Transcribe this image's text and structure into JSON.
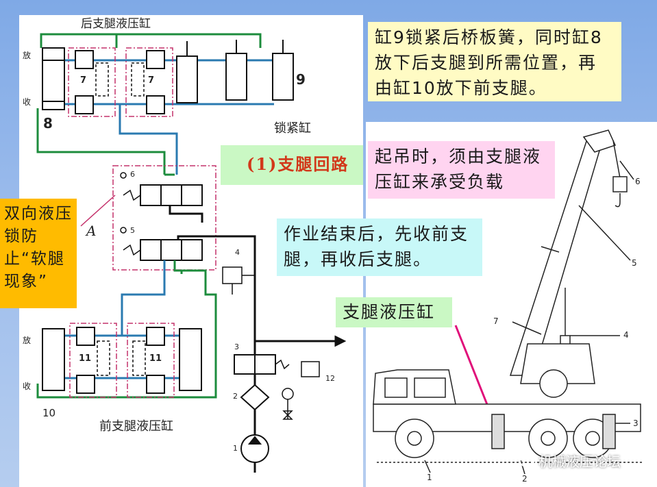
{
  "circuit": {
    "rear_title": "后支腿液压缸",
    "front_title": "前支腿液压缸",
    "lock_label": "锁紧缸",
    "release_top": "放",
    "retract_top": "收",
    "release_bottom": "放",
    "retract_bottom": "收",
    "label_8": "8",
    "label_9": "9",
    "label_7a": "7",
    "label_7b": "7",
    "label_11a": "11",
    "label_11b": "11",
    "label_10": "10",
    "label_6": "6",
    "label_5": "5",
    "label_4": "4",
    "label_3": "3",
    "label_2": "2",
    "label_1": "1",
    "label_12": "12",
    "label_A": "A"
  },
  "callouts": {
    "lock_note": "缸9锁紧后桥板簧，同时缸8放下后支腿到所需位置，再由缸10放下前支腿。",
    "circuit_title": "(1)支腿回路",
    "lift_note": "起吊时，须由支腿液压缸来承受负载",
    "finish_note": "作业结束后，先收前支腿，再收后支腿。",
    "outrigger_label": "支腿液压缸",
    "lock_prevent": "双向液压锁防止“软腿现象”"
  },
  "crane": {
    "n6": "6",
    "n5": "5",
    "n7": "7",
    "n4": "4",
    "n3": "3",
    "n1": "1",
    "n2": "2"
  },
  "watermark": "机械液压论坛",
  "colors": {
    "green": "#1c8c3c",
    "blue": "#2a7ab0",
    "magenta": "#c4306a",
    "yellow_box": "#fffbc4",
    "pink_box": "#ffd4f0",
    "cyan_box": "#c8f8f8",
    "mint_box": "#caf8c4",
    "orange_box": "#ffbb00",
    "title_red": "#d2381a"
  }
}
